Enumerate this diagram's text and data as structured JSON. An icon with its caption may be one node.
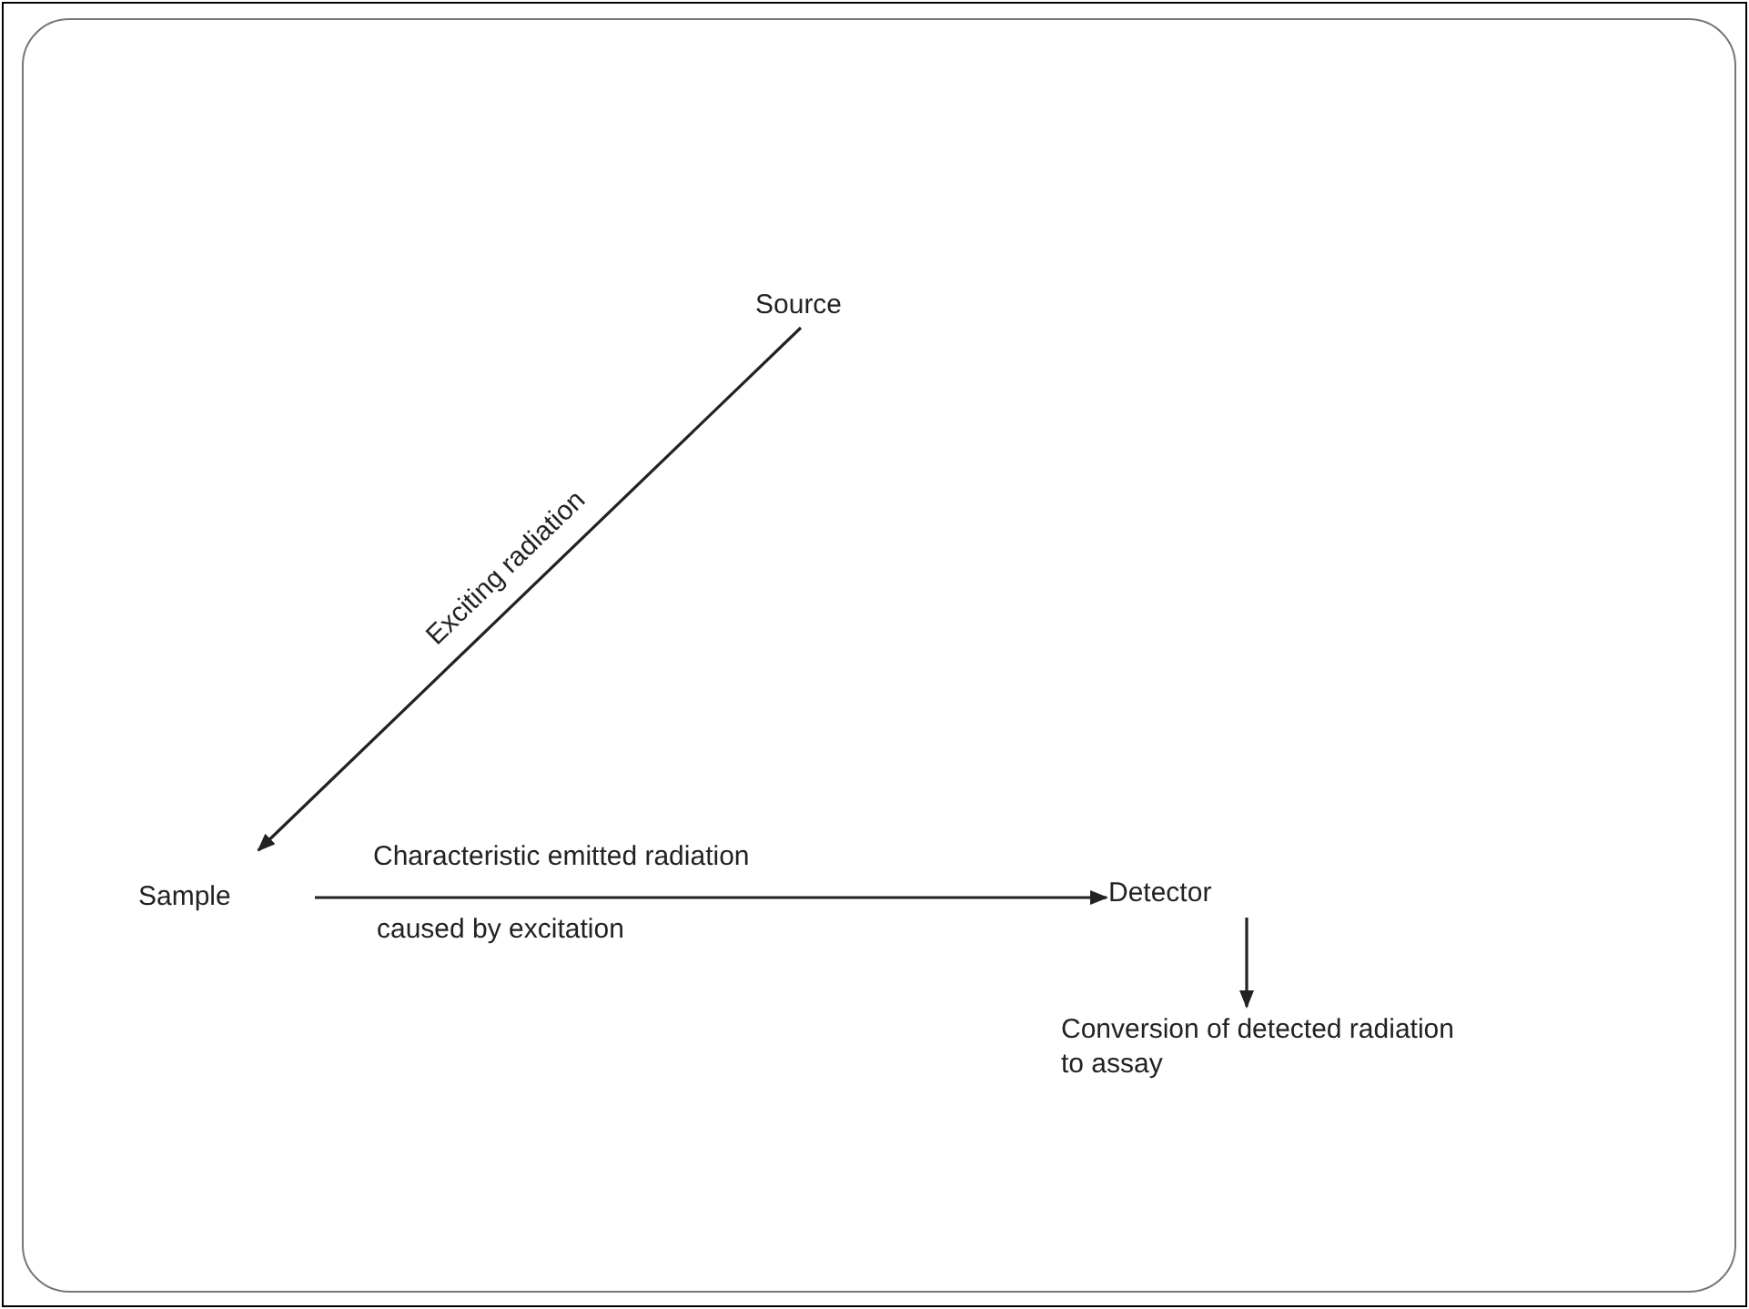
{
  "diagram": {
    "nodes": [
      {
        "text": [
          "Source"
        ]
      },
      {
        "text": [
          "Sample"
        ]
      },
      {
        "text": [
          "Detector"
        ]
      },
      {
        "text": [
          "Conversion of detected radiation to assay"
        ]
      }
    ],
    "edges": [
      {
        "from": 0,
        "to": 1,
        "arrow": "to",
        "label": "Exciting radiation"
      },
      {
        "from": 1,
        "to": 2,
        "arrow": "to",
        "label": "Characteristic emitted radiation"
      },
      {
        "from": 2,
        "to": 3,
        "arrow": "to"
      }
    ],
    "labels": [
      "caused by excitation"
    ]
  }
}
